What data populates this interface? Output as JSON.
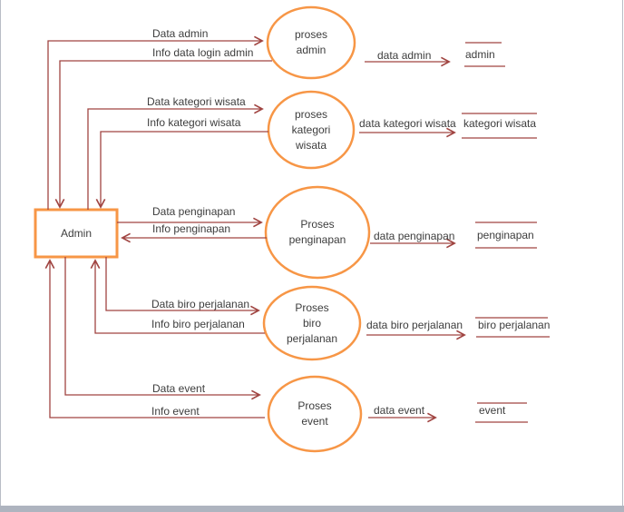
{
  "colors": {
    "process_stroke": "#F79646",
    "flow_line": "#A04441",
    "text": "#3D3D3D",
    "bottom_bar": "#AEB4BF",
    "page_border": "#B9BDC5"
  },
  "entity": {
    "label": "Admin"
  },
  "processes": {
    "admin": {
      "label": "proses\nadmin"
    },
    "kategori_wisata": {
      "label": "proses\nkategori\nwisata"
    },
    "penginapan": {
      "label": "Proses\npenginapan"
    },
    "biro_perjalanan": {
      "label": "Proses\nbiro\nperjalanan"
    },
    "event": {
      "label": "Proses\nevent"
    }
  },
  "flows": {
    "data_admin": "Data admin",
    "info_login_admin": "Info data login admin",
    "data_kategori_wisata": "Data kategori wisata",
    "info_kategori_wisata": "Info kategori wisata",
    "data_penginapan": "Data penginapan",
    "info_penginapan": "Info penginapan",
    "data_biro_perjalanan": "Data biro perjalanan",
    "info_biro_perjalanan": "Info biro perjalanan",
    "data_event": "Data event",
    "info_event": "Info event"
  },
  "store_flows": {
    "admin": "data admin",
    "kategori_wisata": "data kategori wisata",
    "penginapan": "data penginapan",
    "biro_perjalanan": "data biro perjalanan",
    "event": "data event"
  },
  "stores": {
    "admin": "admin",
    "kategori_wisata": "kategori wisata",
    "penginapan": "penginapan",
    "biro_perjalanan": "biro perjalanan",
    "event": "event"
  }
}
